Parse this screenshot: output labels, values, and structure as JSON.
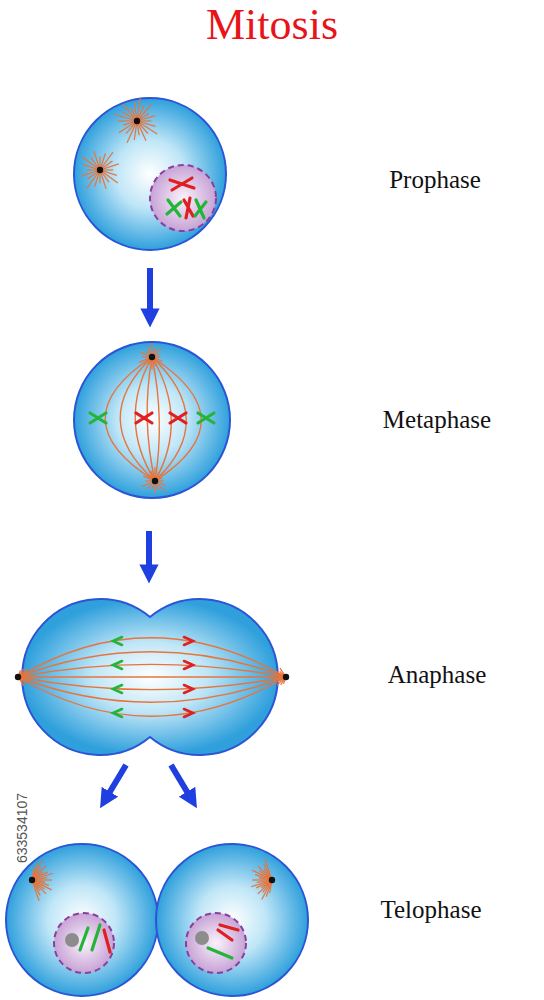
{
  "diagram": {
    "title": "Mitosis",
    "labels": [
      "Prophase",
      "Metaphase",
      "Anaphase",
      "Telophase",
      "633534107"
    ]
  }
}
